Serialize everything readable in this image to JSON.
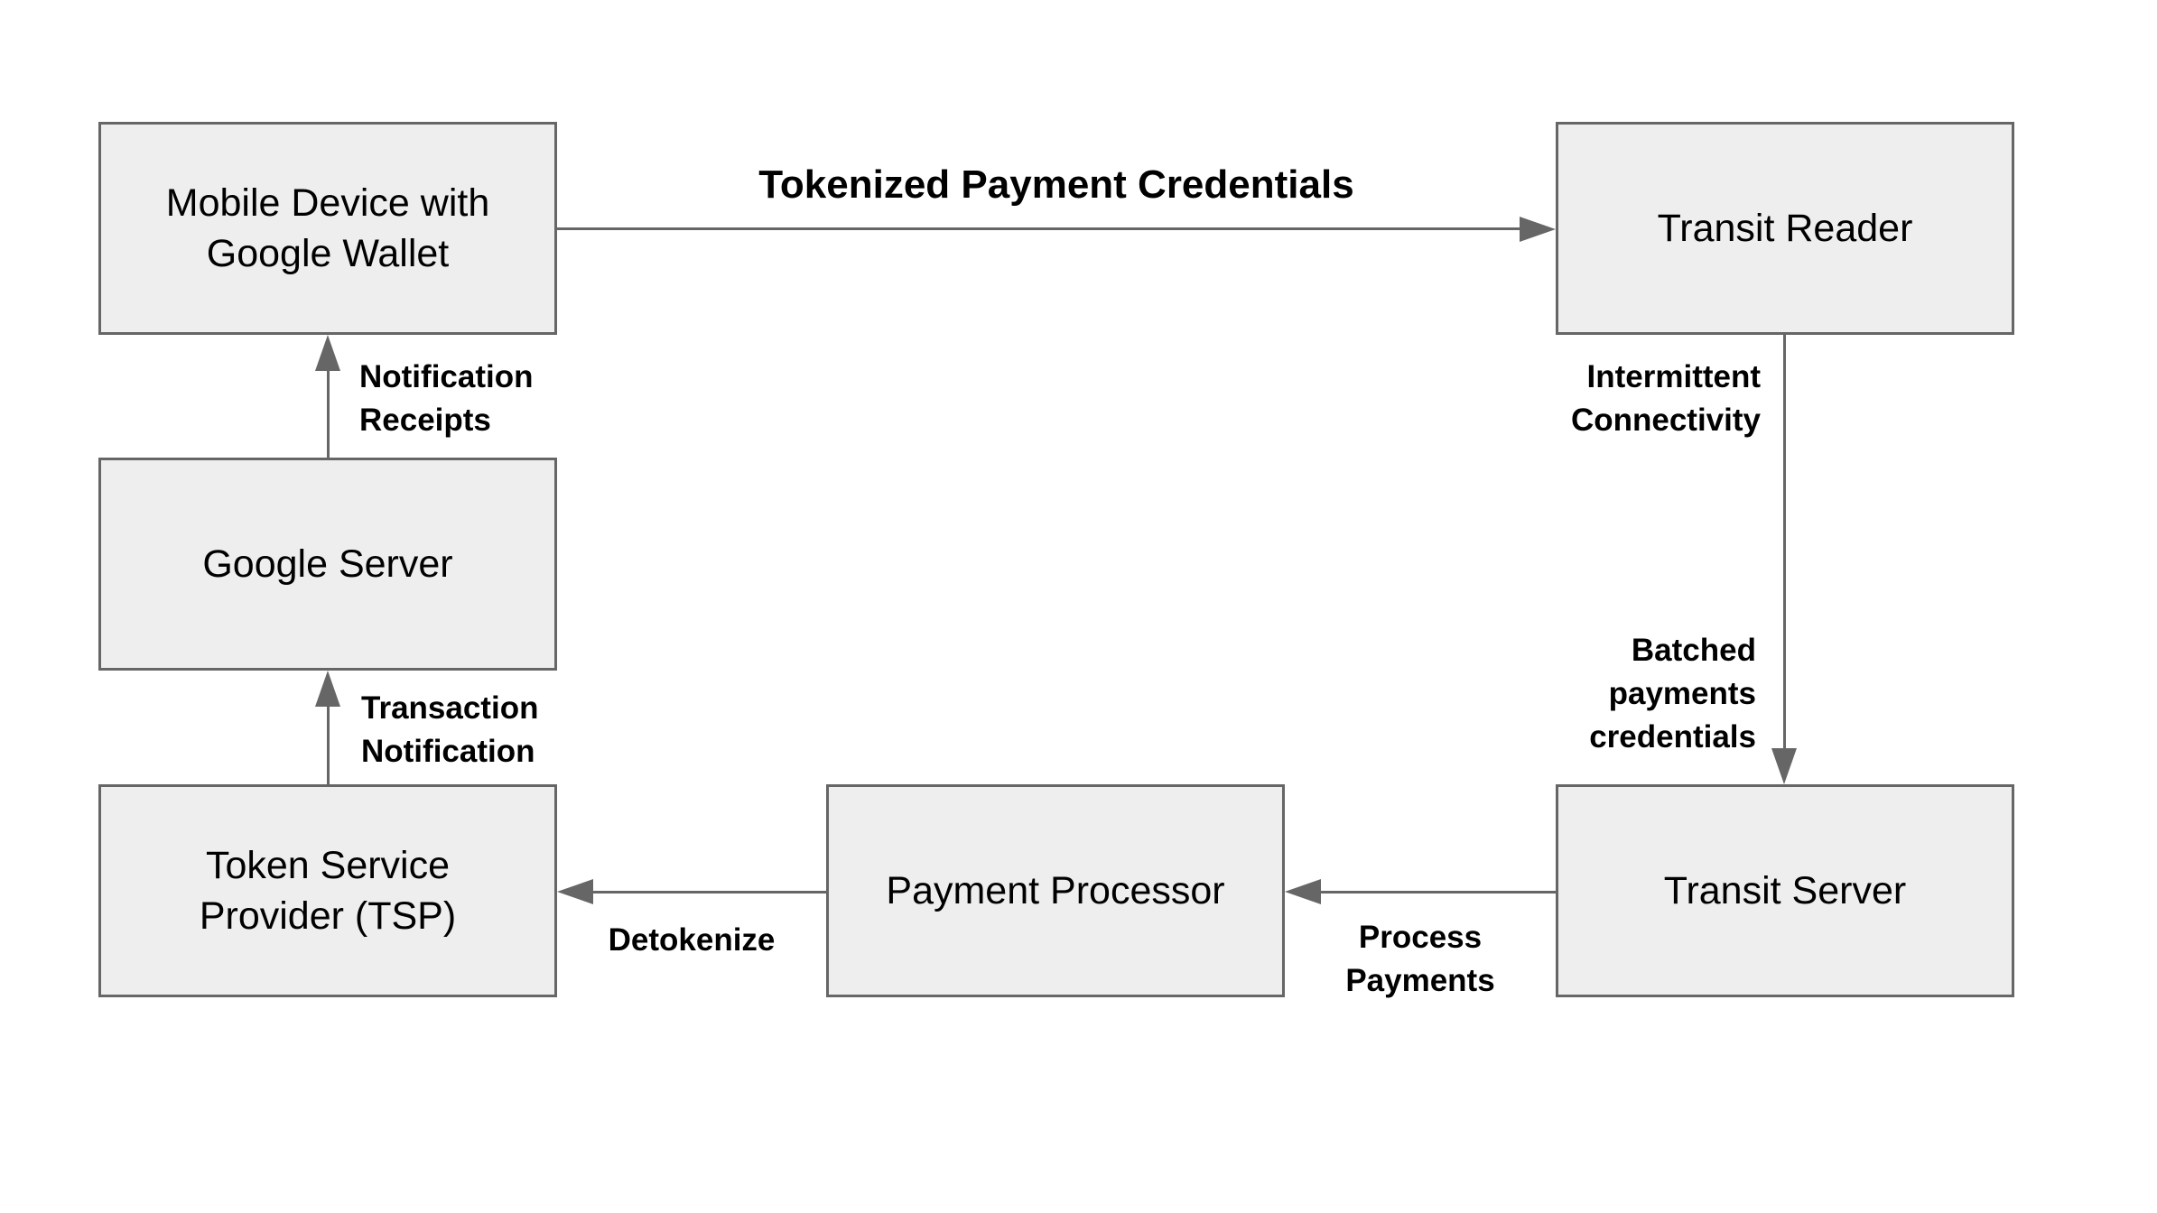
{
  "diagram": {
    "type": "flowchart",
    "background": "#ffffff",
    "colors": {
      "node_fill": "#eeeeee",
      "node_border": "#666666",
      "arrow": "#666666",
      "text": "#000000"
    },
    "nodes": {
      "mobile_device": {
        "label": "Mobile Device with\nGoogle Wallet"
      },
      "transit_reader": {
        "label": "Transit Reader"
      },
      "google_server": {
        "label": "Google Server"
      },
      "tsp": {
        "label": "Token Service\nProvider (TSP)"
      },
      "payment_processor": {
        "label": "Payment Processor"
      },
      "transit_server": {
        "label": "Transit Server"
      }
    },
    "edges": {
      "tokenized": {
        "label": "Tokenized Payment Credentials",
        "from": "mobile_device",
        "to": "transit_reader",
        "direction": "right"
      },
      "notification_receipts": {
        "label": "Notification\nReceipts",
        "from": "google_server",
        "to": "mobile_device",
        "direction": "up"
      },
      "transaction_notification": {
        "label": "Transaction\nNotification",
        "from": "tsp",
        "to": "google_server",
        "direction": "up"
      },
      "intermittent_connectivity": {
        "label": "Intermittent\nConnectivity",
        "from": "transit_reader",
        "to": "transit_server",
        "direction": "down"
      },
      "batched_payments": {
        "label": "Batched\npayments\ncredentials",
        "from": "transit_reader",
        "to": "transit_server",
        "direction": "down"
      },
      "process_payments": {
        "label": "Process\nPayments",
        "from": "transit_server",
        "to": "payment_processor",
        "direction": "left"
      },
      "detokenize": {
        "label": "Detokenize",
        "from": "payment_processor",
        "to": "tsp",
        "direction": "left"
      }
    }
  }
}
